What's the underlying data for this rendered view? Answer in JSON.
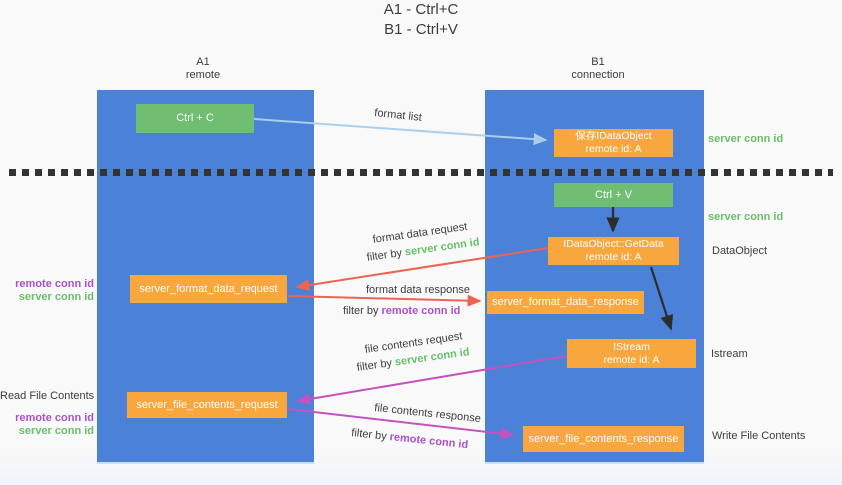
{
  "title": {
    "line1": "A1 - Ctrl+C",
    "line2": "B1 - Ctrl+V"
  },
  "lifelines": {
    "a1": {
      "name": "A1",
      "subtitle": "remote"
    },
    "b1": {
      "name": "B1",
      "subtitle": "connection"
    }
  },
  "nodes": {
    "ctrl_c": "Ctrl + C",
    "ctrl_v": "Ctrl + V",
    "save_dataobject_line1": "保存IDataObject",
    "save_dataobject_line2": "remote id: A",
    "getdata_line1": "IDataObject::GetData",
    "getdata_line2": "remote id: A",
    "istream_line1": "IStream",
    "istream_line2": "remote id: A",
    "server_format_data_request": "server_format_data_request",
    "server_format_data_response": "server_format_data_response",
    "server_file_contents_request": "server_file_contents_request",
    "server_file_contents_response": "server_file_contents_response"
  },
  "labels": {
    "format_list": "format list",
    "format_data_request": "format data request",
    "format_data_response": "format data response",
    "file_contents_request": "file contents request",
    "file_contents_response": "file contents response",
    "filter_by": "filter by ",
    "server_conn_id": "server conn id",
    "remote_conn_id": "remote conn id",
    "dataobject": "DataObject",
    "istream": "Istream",
    "read_file_contents": "Read File Contents",
    "write_file_contents": "Write File Contents"
  },
  "colors": {
    "lifeline_blue": "#4b81d6",
    "node_orange": "#f7a73e",
    "node_green": "#6fbe72",
    "arrow_lightblue": "#a8d0ee",
    "arrow_red": "#ee6352",
    "arrow_magenta": "#c353c0",
    "arrow_black": "#2d2d2d",
    "text_green": "#6abf69",
    "text_purple": "#ab51c9",
    "text_dark": "#3d3d3d"
  }
}
